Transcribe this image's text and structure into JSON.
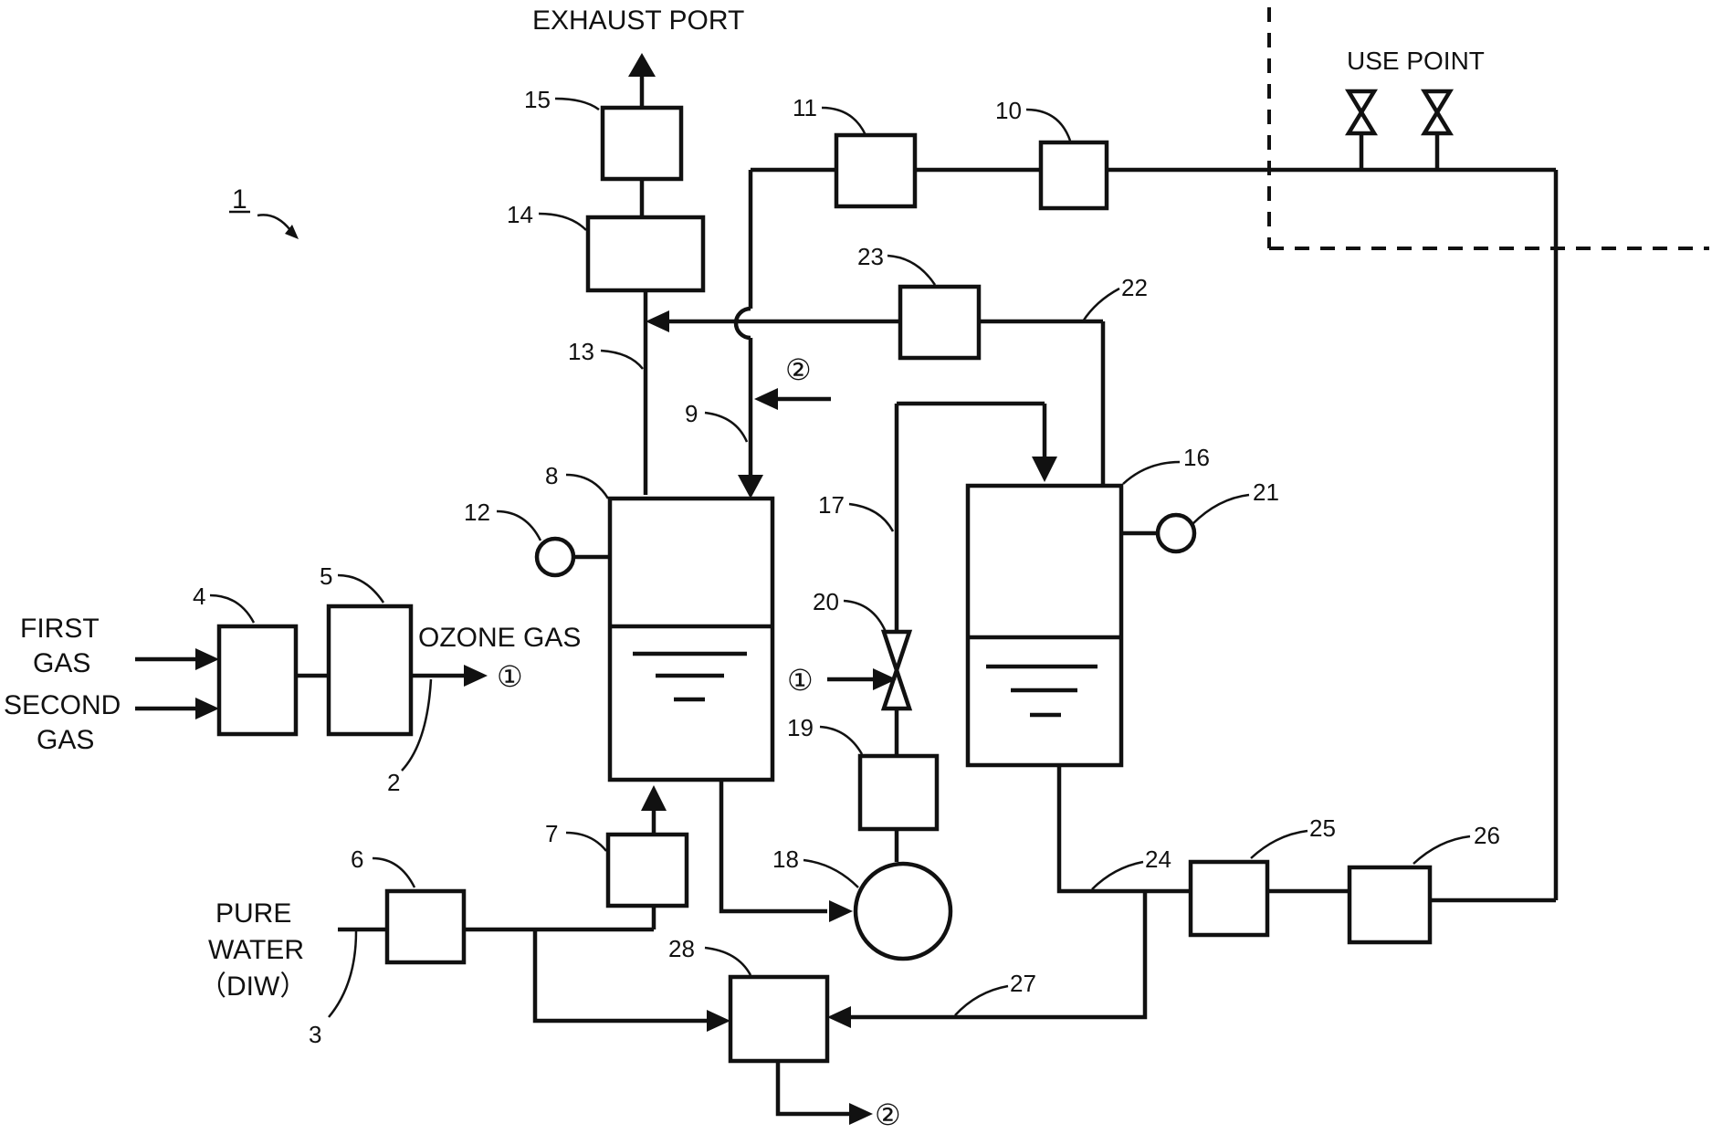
{
  "diagram": {
    "system_ref": "1",
    "labels": {
      "exhaust_port": "EXHAUST PORT",
      "use_point": "USE POINT",
      "ozone_gas": "OZONE GAS",
      "first_gas_line1": "FIRST",
      "first_gas_line2": "GAS",
      "second_gas_line1": "SECOND",
      "second_gas_line2": "GAS",
      "pure_water_line1": "PURE",
      "pure_water_line2": "WATER",
      "pure_water_line3": "（DIW）"
    },
    "connectors": {
      "one": "①",
      "two": "②"
    },
    "refs": {
      "r2": "2",
      "r3": "3",
      "r4": "4",
      "r5": "5",
      "r6": "6",
      "r7": "7",
      "r8": "8",
      "r9": "9",
      "r10": "10",
      "r11": "11",
      "r12": "12",
      "r13": "13",
      "r14": "14",
      "r15": "15",
      "r16": "16",
      "r17": "17",
      "r18": "18",
      "r19": "19",
      "r20": "20",
      "r21": "21",
      "r22": "22",
      "r23": "23",
      "r24": "24",
      "r25": "25",
      "r26": "26",
      "r27": "27",
      "r28": "28"
    }
  }
}
